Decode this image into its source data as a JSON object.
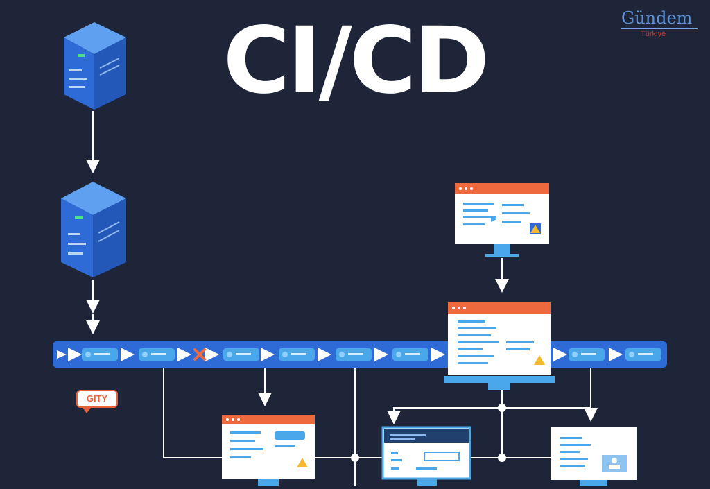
{
  "title": "CI/CD",
  "logo": {
    "main": "Gündem",
    "sub": "Türkiye"
  },
  "callout": {
    "label": "GITY"
  },
  "colors": {
    "background": "#1e2538",
    "pipeline": "#2f6bd6",
    "node": "#4aa8ea",
    "accent": "#ee6a3e",
    "server": "#3a7fe0"
  },
  "icons": [
    "server-icon",
    "server-icon",
    "play-icon",
    "fail-x-icon",
    "warning-icon",
    "monitor-icon"
  ]
}
